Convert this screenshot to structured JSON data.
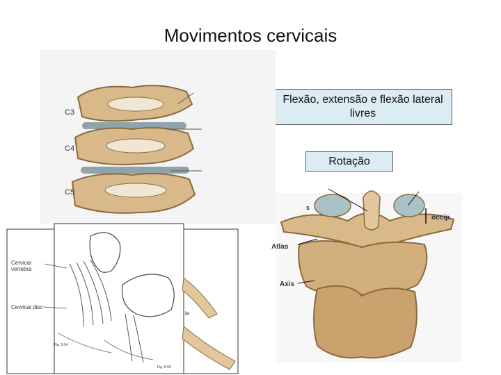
{
  "slide": {
    "title": "Movimentos cervicais"
  },
  "boxes": {
    "flexao": "Flexão, extensão e flexão lateral livres",
    "rotacao": "Rotação"
  },
  "vertebra_labels": {
    "c3": "C3",
    "c4": "C4",
    "c5": "C5"
  },
  "atlas_labels": {
    "s": "s",
    "occip": "occip",
    "atlas": "Atlas",
    "axis": "Axis"
  },
  "sketch_labels": {
    "cervical_vertebra_1": "Cervical",
    "cervical_vertebra_2": "vertebra",
    "cervical_disc": "Cervical disc",
    "fig_1": "Fig. 5-54",
    "fig_2": "Fig. 5-55",
    "partial": "le"
  },
  "colors": {
    "bone": "#d9b98a",
    "bone_dark": "#8a6a3d",
    "box_fill": "#dcecf3"
  }
}
